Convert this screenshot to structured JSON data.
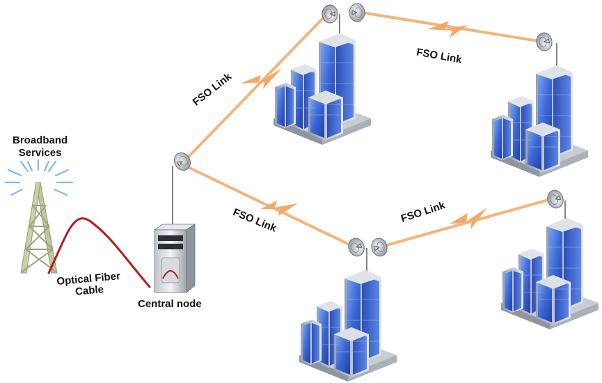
{
  "labels": {
    "broadband_line1": "Broadband",
    "broadband_line2": "Services",
    "fiber_line1": "Optical Fiber",
    "fiber_line2": "Cable",
    "central_node": "Central node",
    "fso_link_1": "FSO Link",
    "fso_link_2": "FSO Link",
    "fso_link_3": "FSO Link",
    "fso_link_4": "FSO Link"
  },
  "colors": {
    "beam": "#f6b47a",
    "fiber_cable": "#b31b1b",
    "tower": "#b9c49a",
    "building_glass": "#3f6fd8",
    "building_frame": "#c3c9d2",
    "dish": "#bfc4ca"
  },
  "icons": [
    "broadcast-tower-icon",
    "server-icon",
    "satellite-dish-icon",
    "office-building-icon",
    "lightning-beam-icon"
  ]
}
